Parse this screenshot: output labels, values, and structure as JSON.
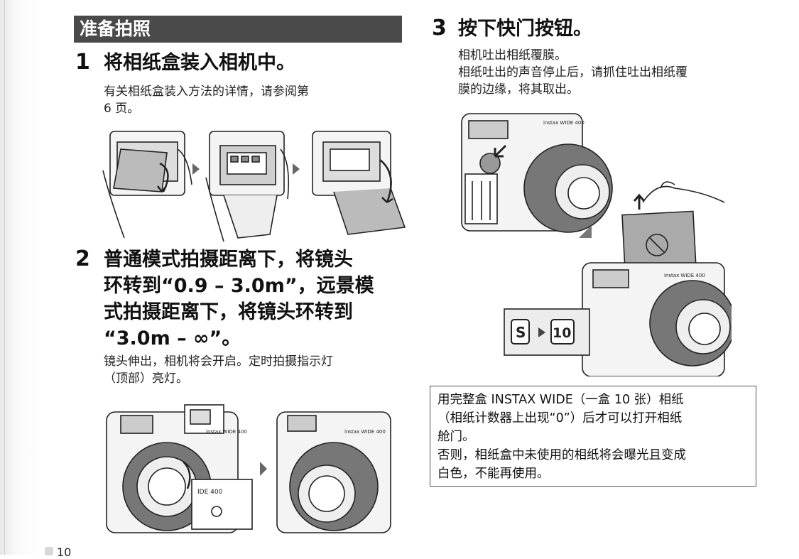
{
  "section": {
    "title": "准备拍照"
  },
  "steps": [
    {
      "num": "1",
      "title": "将相纸盒装入相机中。",
      "body": [
        "有关相纸盒装入方法的详情，请参阅第",
        "6 页。"
      ]
    },
    {
      "num": "2",
      "title_lines": [
        "普通模式拍摄距离下，将镜头",
        "环转到“0.9 – 3.0m”，远景模",
        "式拍摄距离下，将镜头环转到",
        "“3.0m – ∞”。"
      ],
      "body": [
        "镜头伸出，相机将会开启。定时拍摄指示灯",
        "（顶部）亮灯。"
      ]
    },
    {
      "num": "3",
      "title": "按下快门按钮。",
      "body": [
        "相机吐出相纸覆膜。",
        "相纸吐出的声音停止后，请抓住吐出相纸覆",
        "膜的边缘，将其取出。"
      ]
    }
  ],
  "camera": {
    "brand_text": "instax WIDE 400",
    "counter_from": "S",
    "counter_to": "10",
    "dial_text": "IDE 400"
  },
  "notice": {
    "lines": [
      "用完整盒 INSTAX WIDE（一盒 10 张）相纸",
      "（相纸计数器上出现“0”）后才可以打开相纸",
      "舱门。",
      "否则，相纸盒中未使用的相纸将会曝光且变成",
      "白色，不能再使用。"
    ]
  },
  "page_number": "10"
}
